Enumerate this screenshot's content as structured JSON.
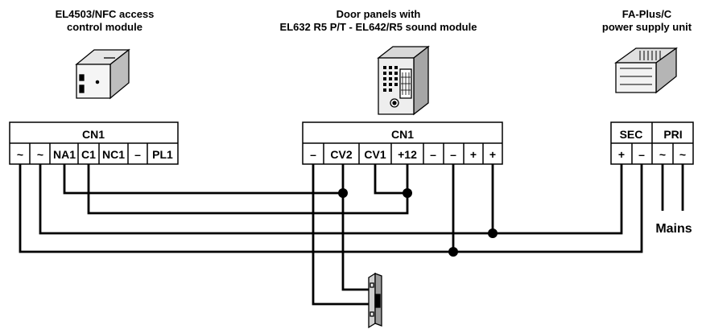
{
  "modules": {
    "access": {
      "title_line1": "EL4503/NFC access",
      "title_line2": "control module"
    },
    "door": {
      "title_line1": "Door panels with",
      "title_line2": "EL632 R5 P/T - EL642/R5 sound module"
    },
    "power": {
      "title_line1": "FA-Plus/C",
      "title_line2": "power supply unit"
    }
  },
  "terminals": {
    "access": {
      "header": "CN1",
      "labels": [
        "~",
        "~",
        "NA1",
        "C1",
        "NC1",
        "–",
        "PL1"
      ]
    },
    "door": {
      "header": "CN1",
      "labels": [
        "–",
        "CV2",
        "CV1",
        "+12",
        "–",
        "–",
        "+",
        "+"
      ]
    },
    "power": {
      "sec_header": "SEC",
      "pri_header": "PRI",
      "labels": [
        "+",
        "–",
        "~",
        "~"
      ]
    }
  },
  "mains_label": "Mains"
}
